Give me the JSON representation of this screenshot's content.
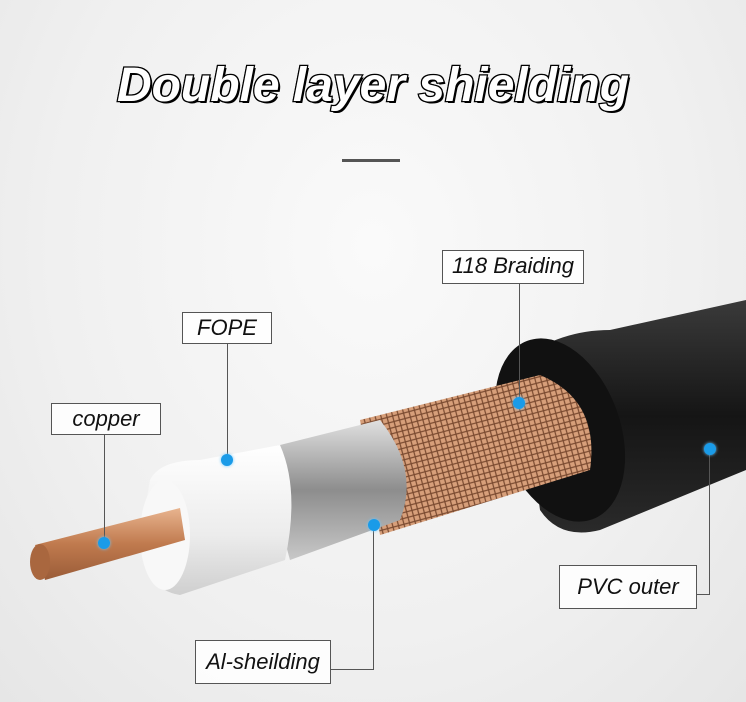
{
  "title": "Double layer shielding",
  "labels": {
    "copper": "copper",
    "fope": "FOPE",
    "braiding": "118 Braiding",
    "al_shielding": "Al-sheilding",
    "pvc_outer": "PVC outer"
  },
  "colors": {
    "marker": "#1a9be8",
    "copper": "#c98a5e",
    "insulation": "#f4f4f4",
    "jacket": "#1e1e1e",
    "foil": "#b5b5b5"
  }
}
